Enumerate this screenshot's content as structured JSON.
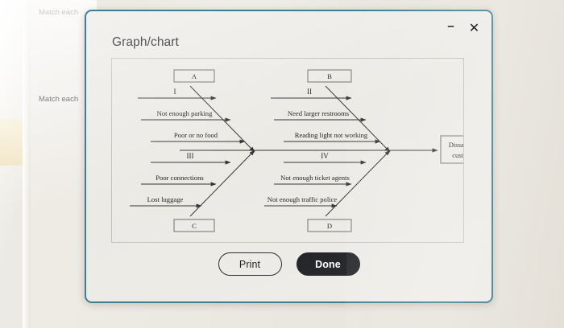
{
  "background": {
    "text_fragments": [
      "Match each",
      "Match each"
    ]
  },
  "modal": {
    "title": "Graph/chart",
    "window_controls": {
      "minimize": "–",
      "close": "✕"
    },
    "buttons": {
      "print": "Print",
      "done": "Done"
    }
  },
  "chart_data": {
    "type": "diagram",
    "diagram_type": "fishbone",
    "title": "",
    "effect": "Dissatisfied customer",
    "categories": [
      {
        "id": "I",
        "roman_label": "I",
        "box_label": "A",
        "position": "top-left",
        "causes": [
          "Not enough parking",
          "Poor or no food"
        ]
      },
      {
        "id": "II",
        "roman_label": "II",
        "box_label": "B",
        "position": "top-right",
        "causes": [
          "Need larger restrooms",
          "Reading light not working"
        ]
      },
      {
        "id": "III",
        "roman_label": "III",
        "box_label": "C",
        "position": "bottom-left",
        "causes": [
          "Poor connections",
          "Lost luggage"
        ]
      },
      {
        "id": "IV",
        "roman_label": "IV",
        "box_label": "D",
        "position": "bottom-right",
        "causes": [
          "Not enough ticket agents",
          "Not enough traffic police"
        ]
      }
    ]
  },
  "colors": {
    "modal_border": "#3f7f93",
    "done_button_bg": "#16171c",
    "page_bg": "#eceae5",
    "diagram_stroke": "#333333"
  }
}
